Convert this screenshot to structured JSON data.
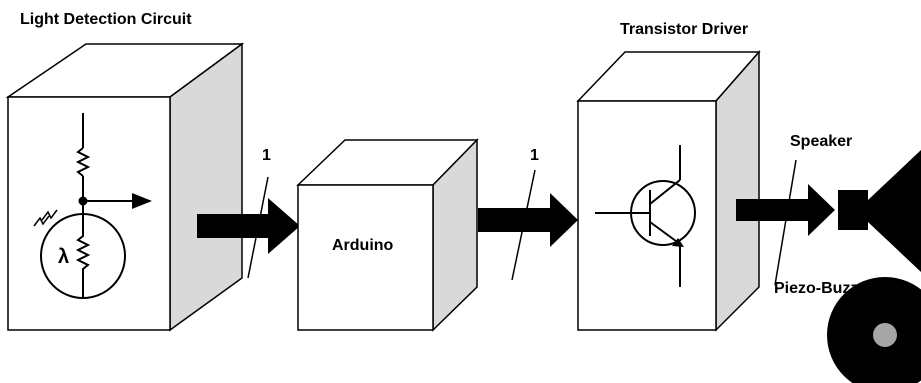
{
  "labels": {
    "light_detection": "Light Detection Circuit",
    "arduino": "Arduino",
    "transistor_driver": "Transistor Driver",
    "speaker": "Speaker",
    "piezo_buzzer": "Piezo-Buzzer",
    "bus_width_1": "1",
    "bus_width_2": "1",
    "lambda": "λ"
  },
  "colors": {
    "box_front": "#ffffff",
    "box_side": "#d9d9d9",
    "stroke": "#000000",
    "arrow_fill": "#000000",
    "buzzer_center": "#a6a6a6"
  },
  "icons": {
    "photoresistor": "photoresistor-icon",
    "resistor": "resistor-icon",
    "transistor": "npn-transistor-icon",
    "speaker": "speaker-icon",
    "buzzer": "piezo-buzzer-icon"
  }
}
